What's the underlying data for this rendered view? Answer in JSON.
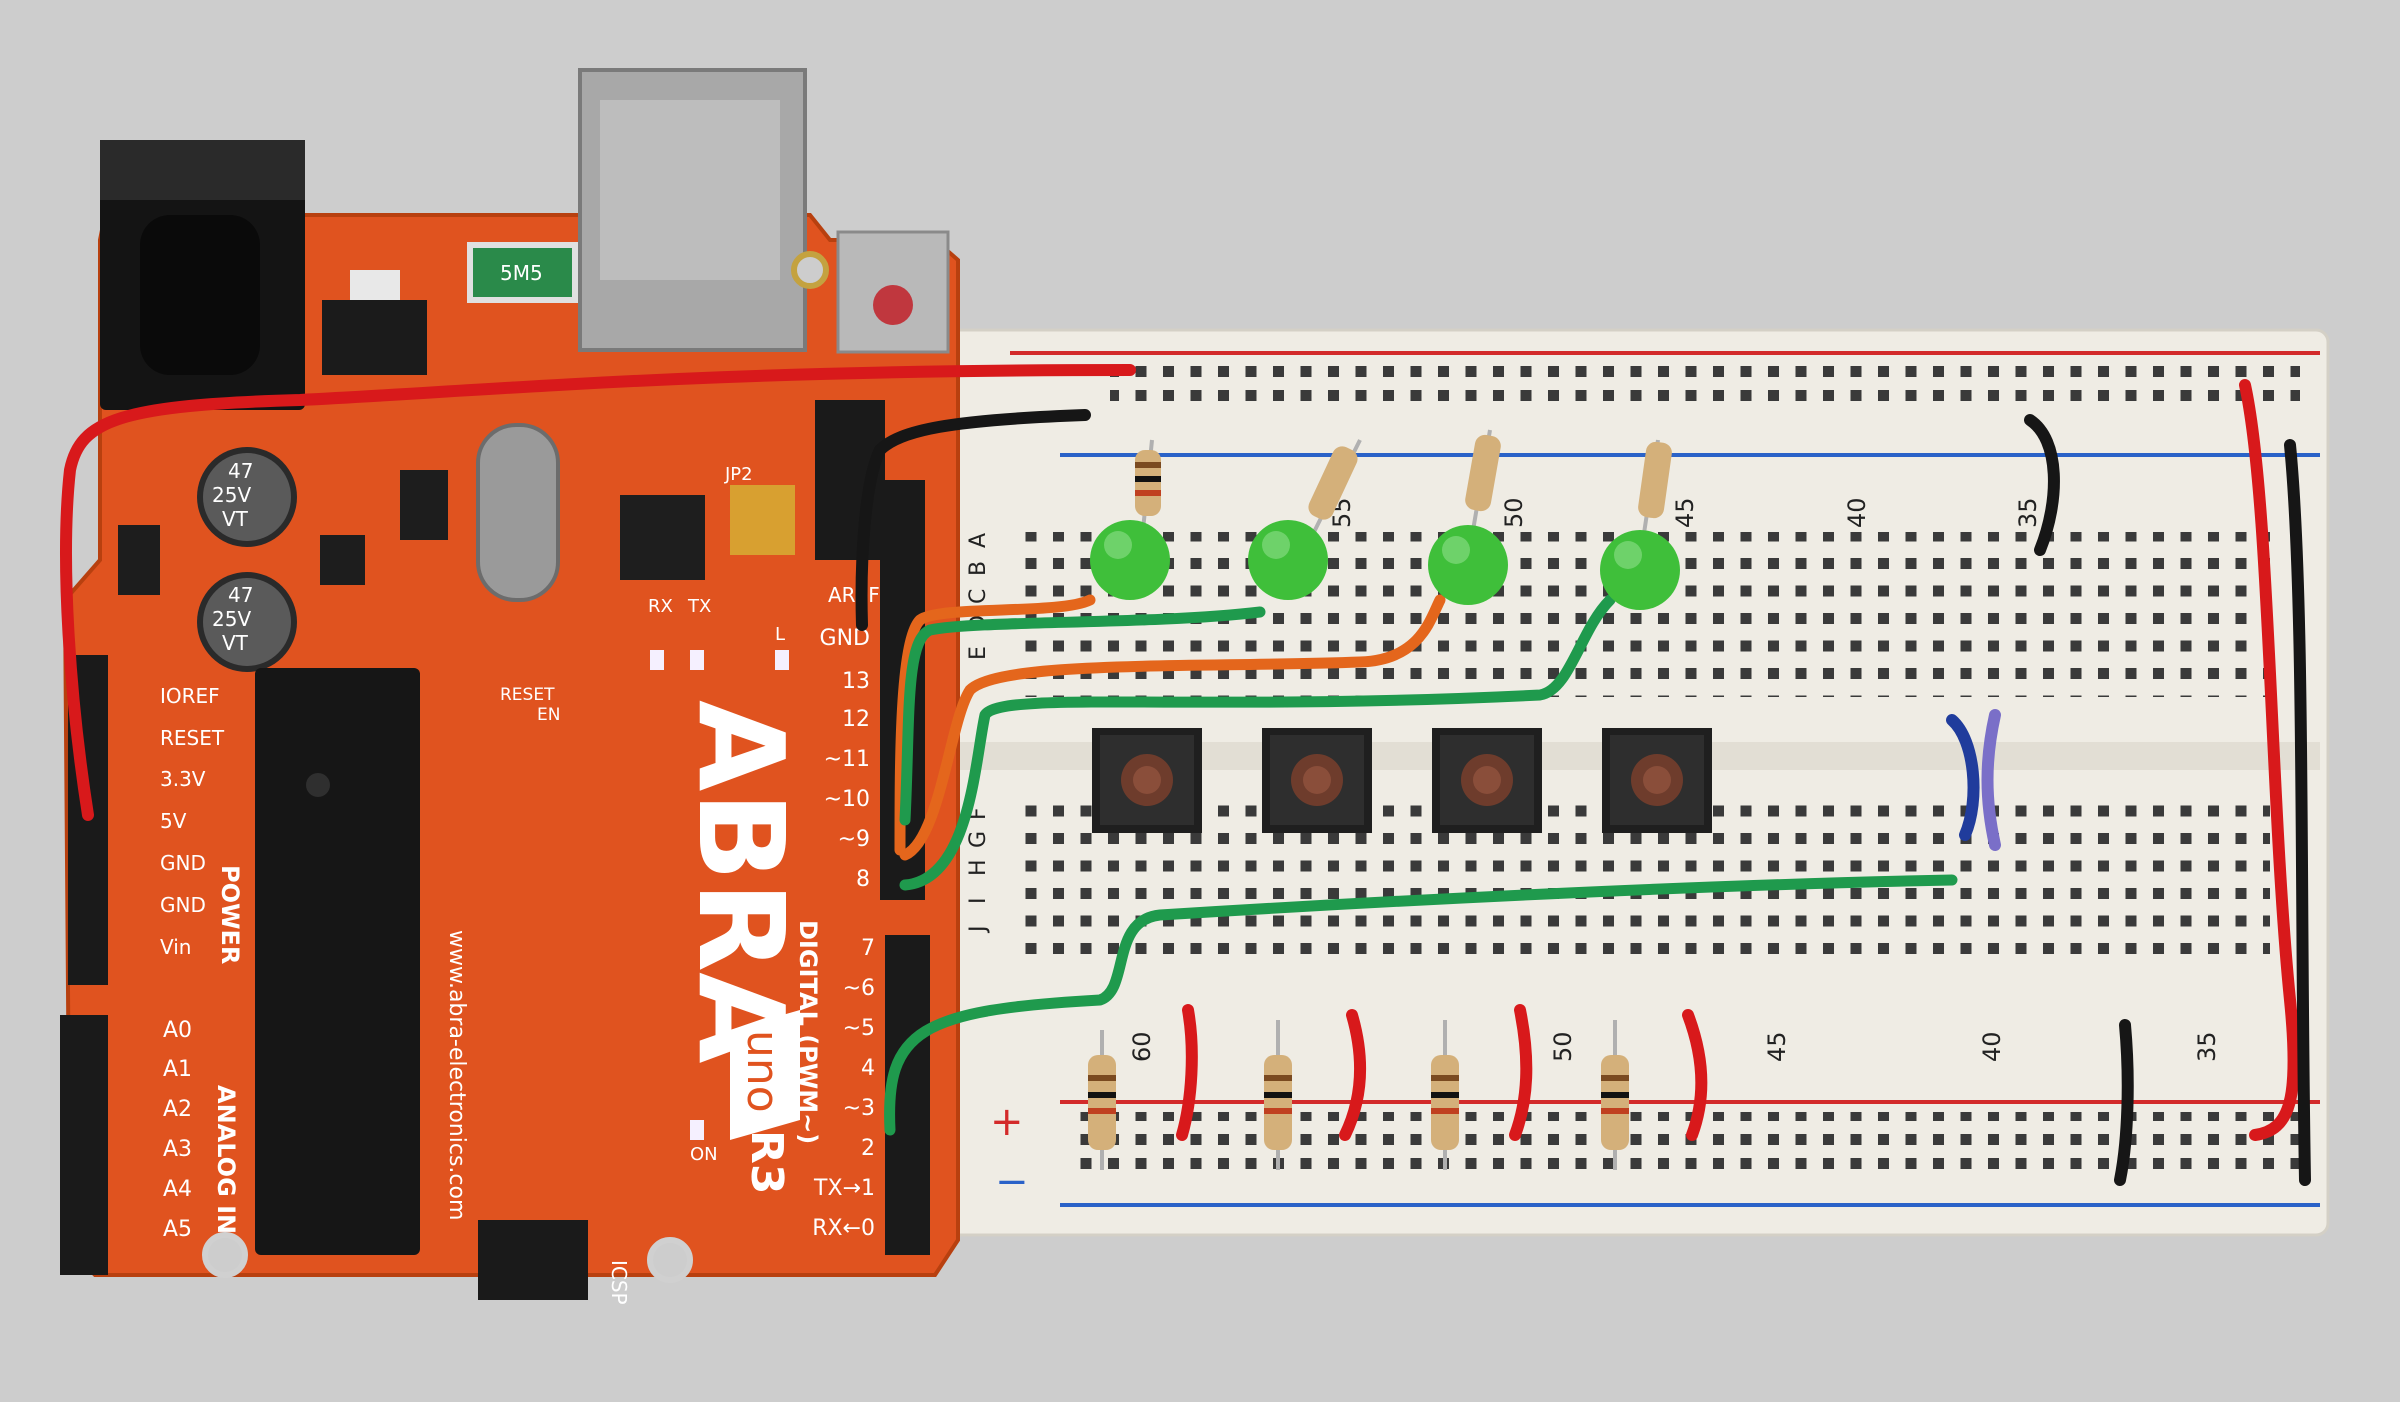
{
  "colors": {
    "background": "#cfcfcf",
    "board": "#e0531f",
    "board_dark": "#b8400f",
    "silk": "#ffffff",
    "breadboard": "#efece4",
    "rail_red": "#d32a2a",
    "rail_blue": "#2a62c8",
    "led": "#3fbf3a",
    "wire_red": "#d8191b",
    "wire_black": "#161616",
    "wire_green": "#1f9a4d",
    "wire_orange": "#e4661c",
    "wire_blue": "#203c9c",
    "wire_purple": "#7a6fc8"
  },
  "board": {
    "brand": "ABRA",
    "model": "uno",
    "revision": "R3",
    "website": "www.abra-electronics.com",
    "fuse": "5M5",
    "capacitor_1": [
      "47",
      "25V",
      "VT"
    ],
    "capacitor_2": [
      "47",
      "25V",
      "VT"
    ],
    "labels": {
      "jp2": "JP2",
      "rx": "RX",
      "tx": "TX",
      "reset_en": [
        "RESET",
        "EN"
      ],
      "aref": "AREF",
      "icsp": "ICSP",
      "on": "ON",
      "power": "POWER",
      "analog_in": "ANALOG IN",
      "digital_pwm": "DIGITAL (PWM~)",
      "l": "L"
    },
    "power_pins": [
      "IOREF",
      "RESET",
      "3.3V",
      "5V",
      "GND",
      "GND",
      "Vin"
    ],
    "analog_pins": [
      "A0",
      "A1",
      "A2",
      "A3",
      "A4",
      "A5"
    ],
    "digital_upper": [
      "GND",
      "13",
      "12",
      "~11",
      "~10",
      "~9",
      "8"
    ],
    "digital_lower": [
      "7",
      "~6",
      "~5",
      "4",
      "~3",
      "2",
      "TX→1",
      "RX←0"
    ]
  },
  "breadboard": {
    "column_numbers_top": [
      "55",
      "50",
      "45",
      "40",
      "35"
    ],
    "column_numbers_bottom": [
      "60",
      "50",
      "45",
      "40",
      "35"
    ],
    "row_letters": [
      "A",
      "B",
      "C",
      "D",
      "E",
      "F",
      "G",
      "H",
      "I",
      "J"
    ],
    "rail_plus": "+",
    "rail_minus": "−"
  },
  "components": {
    "leds": 4,
    "push_buttons": 4,
    "resistors": 8
  }
}
